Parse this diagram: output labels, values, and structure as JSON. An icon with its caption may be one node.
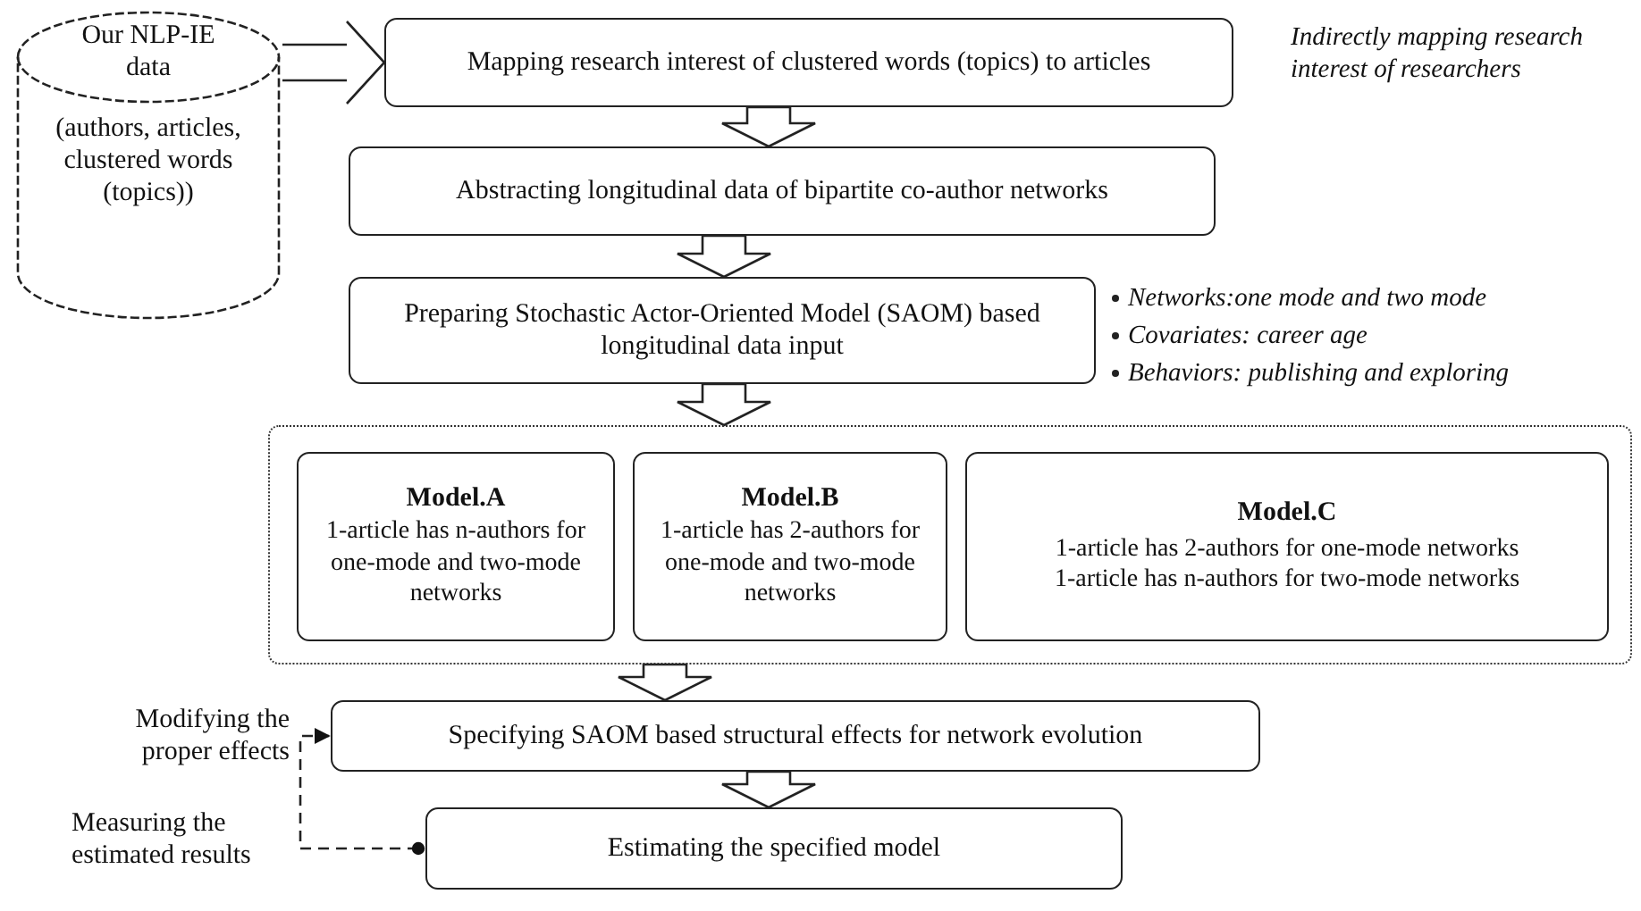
{
  "diagram": {
    "nodes": [
      {
        "text": [
          "Our NLP-IE data",
          "(authors, articles, clustered words (topics))"
        ]
      },
      {
        "text": [
          "Mapping research interest of clustered words (topics) to articles"
        ],
        "beside": [
          "Indirectly mapping research interest of researchers"
        ]
      },
      {
        "text": [
          "Abstracting longitudinal data of bipartite co-author networks"
        ]
      },
      {
        "text": [
          "Preparing Stochastic Actor-Oriented Model (SAOM) based longitudinal data input"
        ],
        "beside": [
          "Networks:one mode and two mode",
          "Covariates: career age",
          "Behaviors: publishing and exploring"
        ]
      },
      {
        "text": [],
        "shape": "box"
      },
      {
        "text": [
          "Model.A",
          "1-article has n-authors for one-mode and two-mode networks"
        ],
        "in": 4
      },
      {
        "text": [
          "Model.B",
          "1-article has 2-authors for one-mode and two-mode networks"
        ],
        "in": 4
      },
      {
        "text": [
          "Model.C",
          "1-article has 2-authors for one-mode networks",
          "1-article has n-authors for two-mode networks"
        ],
        "in": 4
      },
      {
        "text": [
          "Specifying SAOM based structural effects for network evolution"
        ]
      },
      {
        "text": [
          "Estimating the specified model"
        ]
      }
    ],
    "edges": [
      {
        "from": 0,
        "to": 1,
        "arrow": "to"
      },
      {
        "from": 1,
        "to": 2,
        "arrow": "to"
      },
      {
        "from": 2,
        "to": 3,
        "arrow": "to"
      },
      {
        "from": 3,
        "to": 4,
        "arrow": "to"
      },
      {
        "from": 4,
        "to": 8,
        "arrow": "to"
      },
      {
        "from": 8,
        "to": 9,
        "arrow": "to"
      },
      {
        "from": 9,
        "to": 8,
        "arrow": "to",
        "style": "dashed"
      }
    ],
    "labels": [
      "Modifying the proper effects",
      "Measuring the estimated results"
    ]
  }
}
